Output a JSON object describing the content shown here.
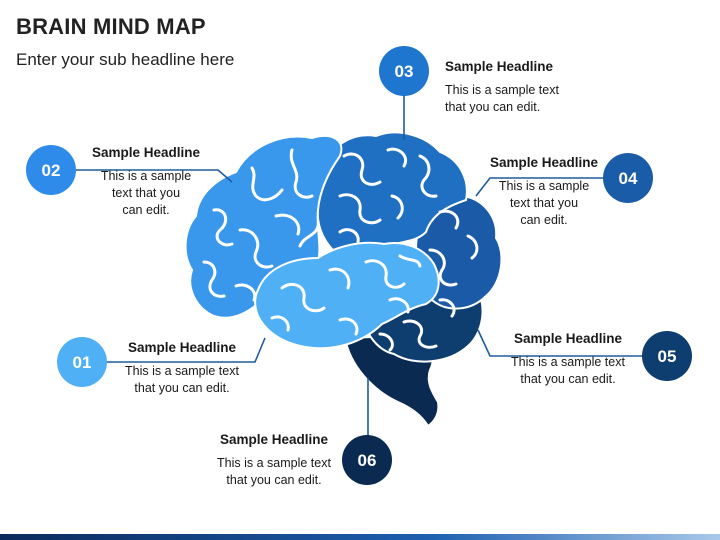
{
  "title": "BRAIN MIND MAP",
  "subtitle": "Enter your sub headline here",
  "colors": {
    "c01": "#4FB0F5",
    "c02": "#2E8BEA",
    "c03": "#1F76CF",
    "c04": "#1B5CA8",
    "c05": "#0E3D70",
    "c06": "#0A2A52",
    "lobe_frontal": "#3A98EC",
    "lobe_temporal": "#4FB0F5",
    "lobe_parietal": "#1F6FC2",
    "lobe_occipital": "#1A5AA6",
    "lobe_cerebellum": "#0E3D70",
    "lobe_stem": "#0A2A52",
    "line": "#1e5b9c"
  },
  "items": [
    {
      "number": "01",
      "headline": "Sample Headline",
      "text_lines": [
        "This is a sample text",
        "that you can edit."
      ]
    },
    {
      "number": "02",
      "headline": "Sample Headline",
      "text_lines": [
        "This is a sample",
        "text that you",
        "can edit."
      ]
    },
    {
      "number": "03",
      "headline": "Sample Headline",
      "text_lines": [
        "This is a sample text",
        "that you can edit."
      ]
    },
    {
      "number": "04",
      "headline": "Sample Headline",
      "text_lines": [
        "This is a sample",
        "text that you",
        "can edit."
      ]
    },
    {
      "number": "05",
      "headline": "Sample Headline",
      "text_lines": [
        "This is a sample text",
        "that you can edit."
      ]
    },
    {
      "number": "06",
      "headline": "Sample Headline",
      "text_lines": [
        "This is a sample text",
        "that you can edit."
      ]
    }
  ]
}
